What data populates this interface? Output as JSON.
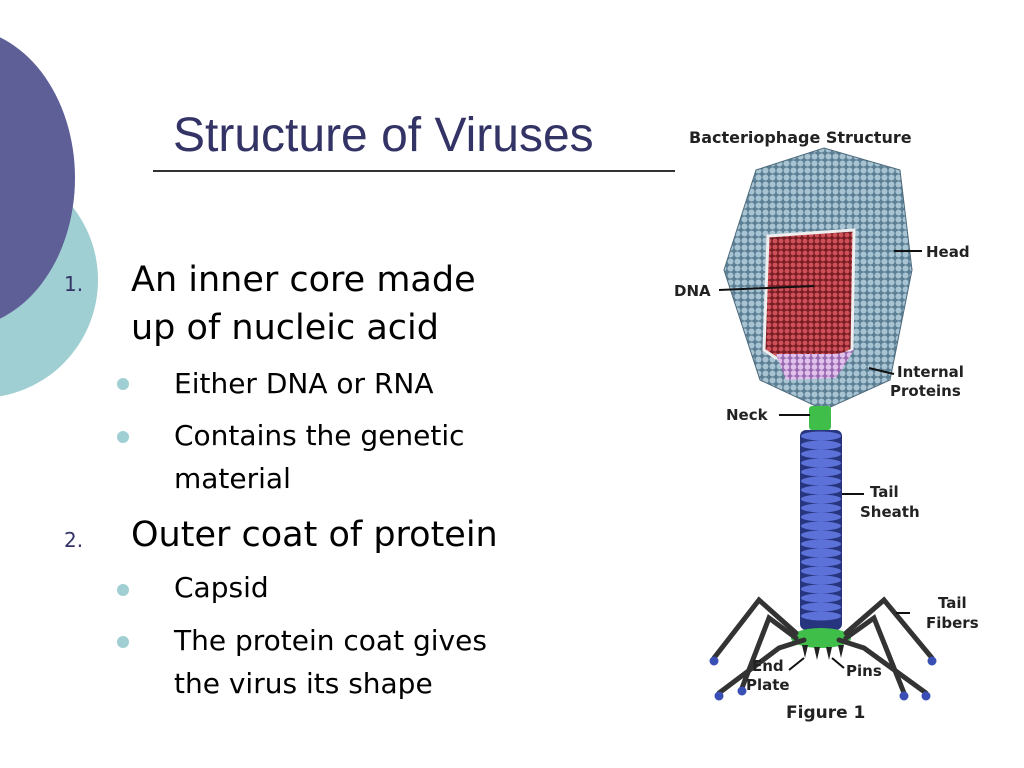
{
  "title": "Structure of Viruses",
  "list": [
    {
      "number": "1.",
      "text": "An inner core made up of nucleic acid",
      "line1": "An inner core made",
      "line2": "up of nucleic acid",
      "bullets": [
        {
          "line1": "Either DNA or RNA",
          "line2": ""
        },
        {
          "line1": "Contains the genetic",
          "line2": "material"
        }
      ]
    },
    {
      "number": "2.",
      "text": "Outer coat of protein",
      "line1": "Outer coat of protein",
      "bullets": [
        {
          "line1": "Capsid",
          "line2": ""
        },
        {
          "line1": "The protein coat gives",
          "line2": "the virus its shape"
        }
      ]
    }
  ],
  "figure": {
    "title": "Bacteriophage Structure",
    "caption": "Figure 1",
    "labels": {
      "head": "Head",
      "dna": "DNA",
      "internal_proteins_1": "Internal",
      "internal_proteins_2": "Proteins",
      "neck": "Neck",
      "tail_sheath_1": "Tail",
      "tail_sheath_2": "Sheath",
      "tail_fibers_1": "Tail",
      "tail_fibers_2": "Fibers",
      "end_plate_1": "End",
      "end_plate_2": "Plate",
      "pins": "Pins"
    },
    "colors": {
      "capsid": "#6f93a8",
      "dna": "#b0323a",
      "internal_proteins": "#c79ad6",
      "neck": "#3fbf4a",
      "tail_sheath": "#3a4fb5",
      "fibers": "#333333"
    }
  },
  "theme": {
    "accent_purple": "#5f5f98",
    "accent_teal": "#9fcfd2",
    "title_color": "#333366"
  }
}
